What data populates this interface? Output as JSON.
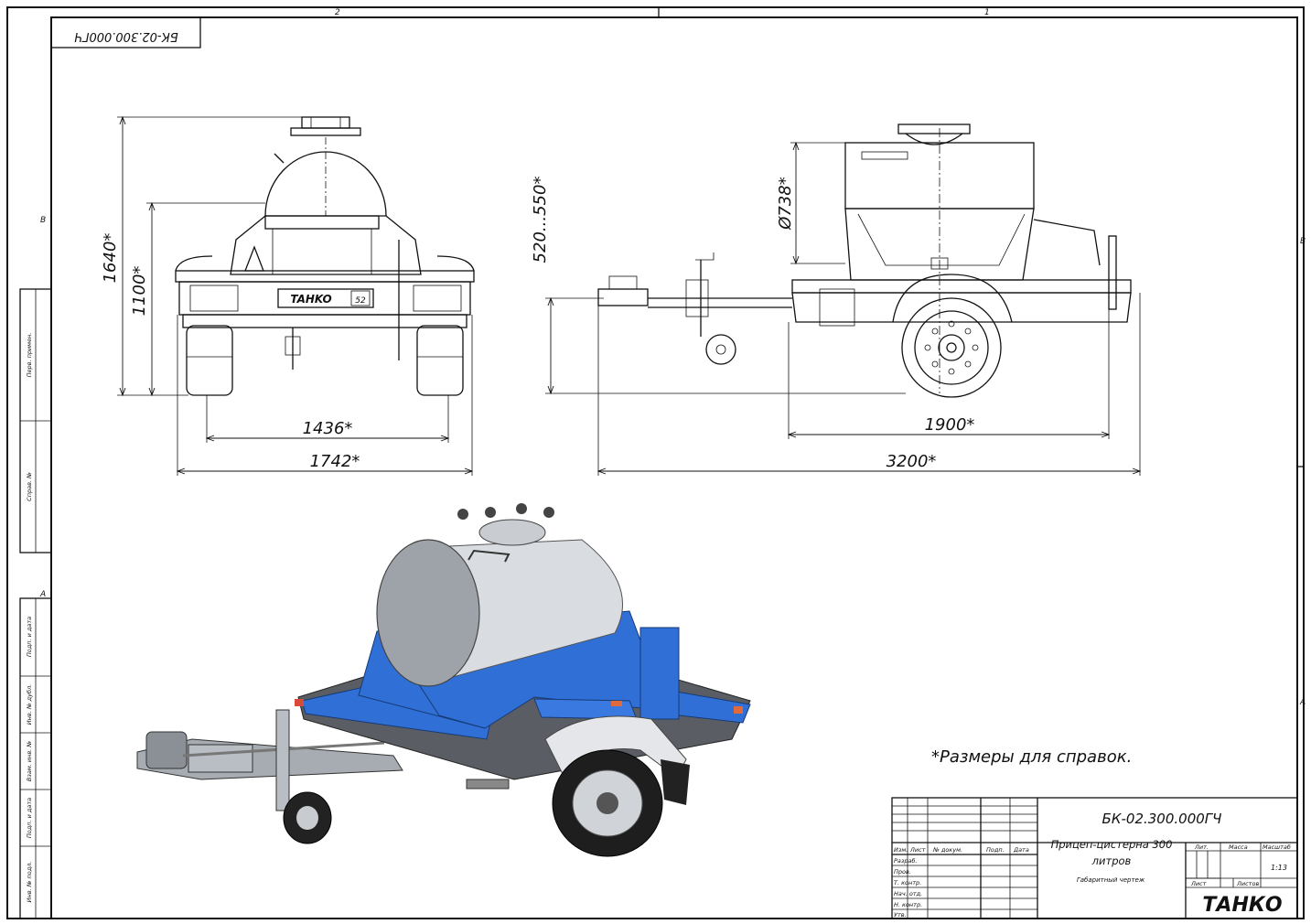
{
  "drawing": {
    "rotated_code": "БК-02.300.000ГЧ",
    "zone_letters": {
      "b_left": "В",
      "a_left": "А",
      "b_right": "В",
      "a_right": "А"
    },
    "zone_numbers": {
      "two": "2",
      "one": "1"
    },
    "margin_labels": [
      "Перв. примен.",
      "Справ. №",
      "Подп. и дата",
      "Инв. № дубл.",
      "Взам. инв. №",
      "Подп. и дата",
      "Инв. № подл."
    ]
  },
  "front_view": {
    "dims": {
      "height_total": "1640*",
      "height_frame": "1100*",
      "track": "1436*",
      "width": "1742*"
    },
    "plate_brand": "TAHKO",
    "plate_number": "52"
  },
  "side_view": {
    "dims": {
      "hitch_height": "520...550*",
      "tank_diameter": "Ø738*",
      "wheelbase_ref": "1900*",
      "length": "3200*"
    }
  },
  "note": "*Размеры для справок.",
  "colors": {
    "tank_blue": "#2f6fd6",
    "tank_silver": "#d9dde2",
    "line": "#111111"
  },
  "title_block": {
    "doc_code": "БК-02.300.000ГЧ",
    "product_name": "Прицеп-цистерна 300 литров",
    "doc_type": "Габаритный чертеж",
    "company": "ТАНКО",
    "col_headers": [
      "Изм.",
      "Лист",
      "№ докум.",
      "Подп.",
      "Дата"
    ],
    "row_labels": [
      "Разраб.",
      "Пров.",
      "Т. контр.",
      "Нач. отд.",
      "Н. контр.",
      "Утв."
    ],
    "lit_label": "Лит.",
    "mass_label": "Масса",
    "scale_label": "Масштаб",
    "scale_value": "1:13",
    "sheet_label": "Лист",
    "sheets_label": "Листов"
  }
}
